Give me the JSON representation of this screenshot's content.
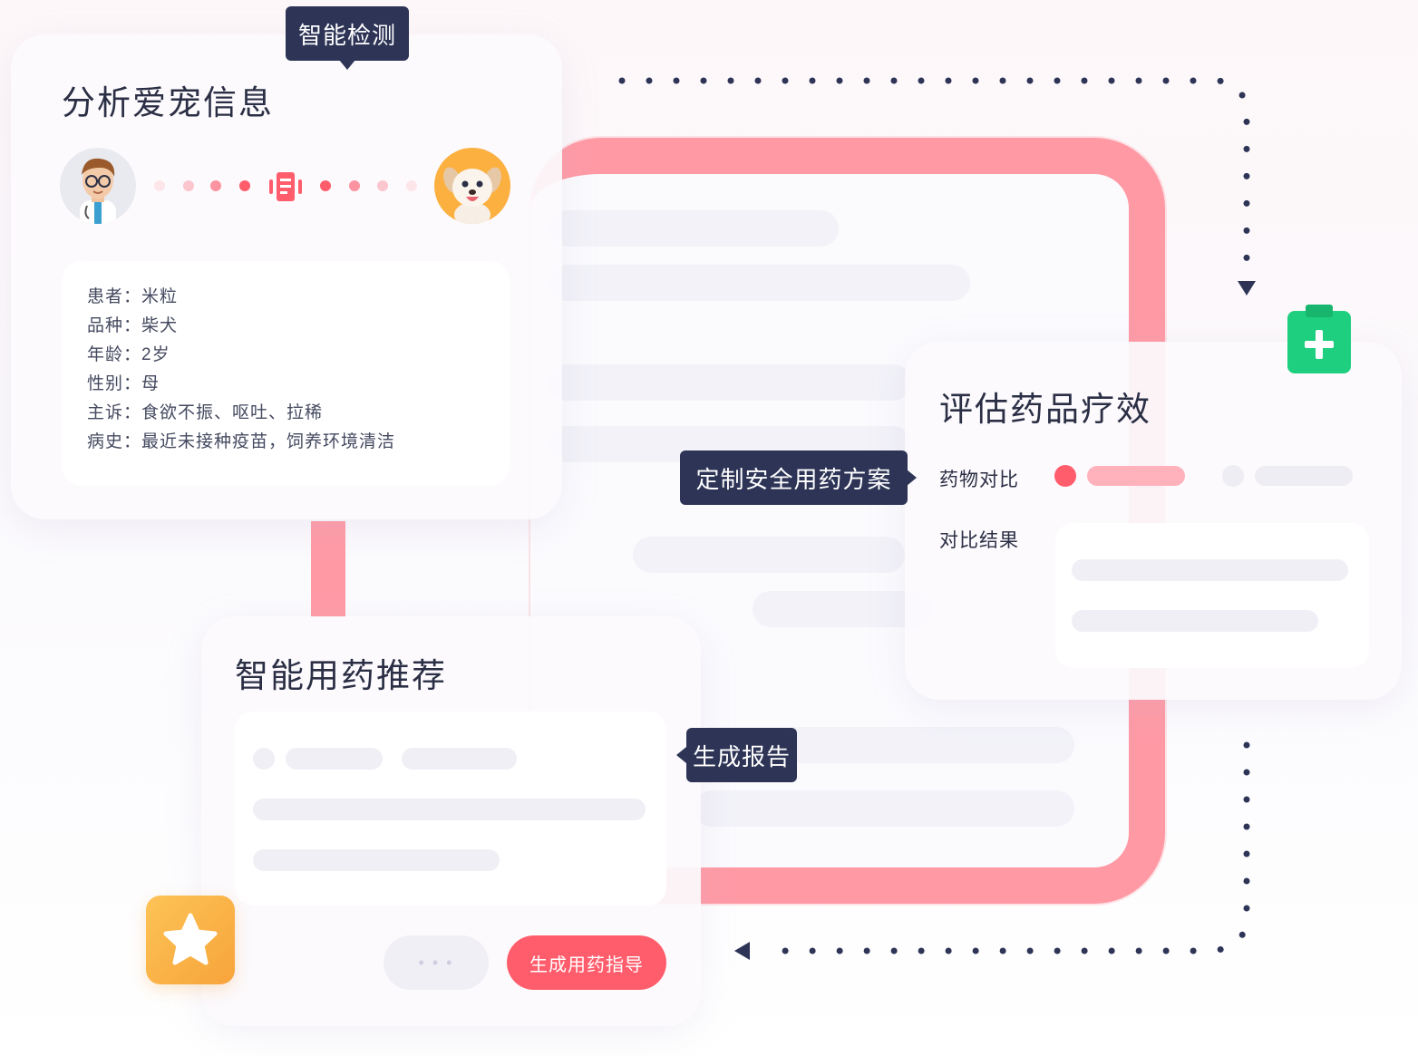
{
  "analysis_card": {
    "title": "分析爱宠信息",
    "tooltip": "智能检测",
    "patient": [
      {
        "label": "患者：",
        "value": "米粒"
      },
      {
        "label": "品种：",
        "value": "柴犬"
      },
      {
        "label": "年龄：",
        "value": "2岁"
      },
      {
        "label": "性别：",
        "value": "母"
      },
      {
        "label": "主诉：",
        "value": "食欲不振、呕吐、拉稀"
      },
      {
        "label": "病史：",
        "value": "最近未接种疫苗，饲养环境清洁"
      }
    ]
  },
  "assess_card": {
    "title": "评估药品疗效",
    "tooltip": "定制安全用药方案",
    "compare_label": "药物对比",
    "result_label": "对比结果"
  },
  "recommend_card": {
    "title": "智能用药推荐",
    "tooltip": "生成报告",
    "more_button": "• • •",
    "generate_button": "生成用药指导"
  },
  "colors": {
    "accent_pink": "#ff5d6c",
    "frame_pink": "#ff9aa5",
    "navy": "#2d3456",
    "green": "#1ecf7f",
    "orange": "#fbb040"
  },
  "icons": [
    "doctor-avatar-icon",
    "receipt-icon",
    "dog-avatar-icon",
    "medical-clipboard-icon",
    "star-icon"
  ]
}
